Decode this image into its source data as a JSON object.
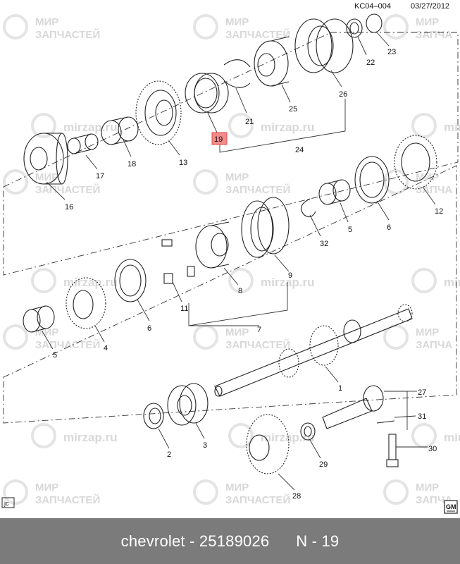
{
  "header": {
    "code": "KC04–004",
    "date": "03/27/2012"
  },
  "corner_labels": {
    "left": "jc",
    "right": "GM"
  },
  "highlighted_part": "19",
  "part_labels": [
    "1",
    "2",
    "3",
    "4",
    "5",
    "5",
    "6",
    "6",
    "7",
    "8",
    "9",
    "11",
    "12",
    "13",
    "16",
    "17",
    "18",
    "19",
    "21",
    "22",
    "23",
    "24",
    "25",
    "26",
    "27",
    "28",
    "29",
    "30",
    "31",
    "32"
  ],
  "watermark": {
    "url": "mirzap.ru",
    "name_line1": "МИР",
    "name_line2": "ЗАПЧАСТЕЙ",
    "name_line2_short": "ЗАПЧА"
  },
  "footer": {
    "text": "chevrolet - 25189026      N - 19"
  }
}
